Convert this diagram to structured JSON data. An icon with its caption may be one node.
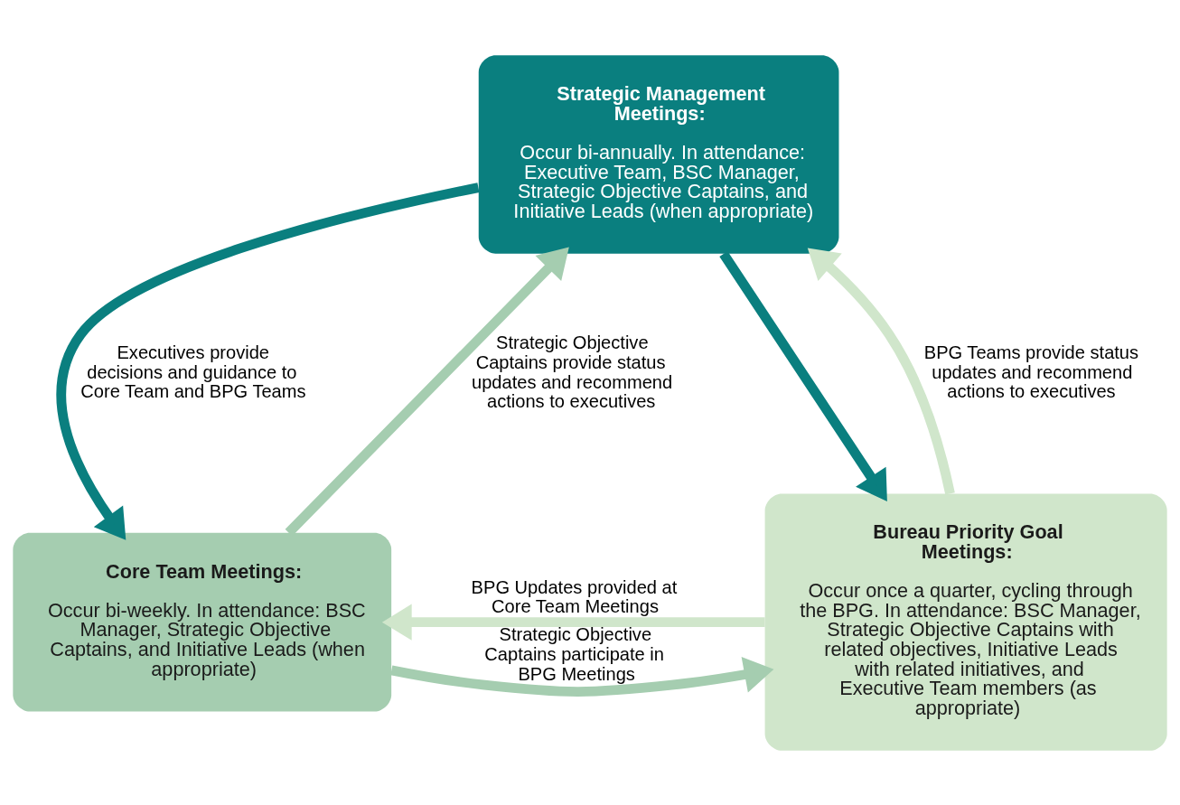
{
  "diagram": {
    "nodes": [
      {
        "text": [
          "Strategic Management Meetings:",
          "Occur bi-annually. In attendance: Executive Team, BSC Manager, Strategic Objective Captains, and Initiative Leads (when appropriate)"
        ]
      },
      {
        "text": [
          "Core Team Meetings:",
          "Occur bi-weekly. In attendance: BSC Manager, Strategic Objective Captains, and Initiative Leads (when appropriate)"
        ]
      },
      {
        "text": [
          "Bureau Priority Goal Meetings:",
          "Occur once a quarter, cycling through the BPG. In attendance: BSC Manager, Strategic Objective Captains with related objectives, Initiative Leads with related initiatives, and Executive Team members (as appropriate)"
        ]
      }
    ],
    "edges": [
      {
        "from": 0,
        "to": 1,
        "arrow": "to",
        "label": "Executives provide decisions and guidance to Core Team and BPG Teams",
        "color": "#0a7f7f"
      },
      {
        "from": 0,
        "to": 2,
        "arrow": "to",
        "color": "#0a7f7f"
      },
      {
        "from": 1,
        "to": 0,
        "arrow": "to",
        "label": "Strategic Objective Captains provide status updates and recommend actions to executives",
        "color": "#a5cdb0"
      },
      {
        "from": 2,
        "to": 0,
        "arrow": "to",
        "label": "BPG Teams provide status updates and recommend actions to executives",
        "color": "#d0e6cb"
      },
      {
        "from": 1,
        "to": 2,
        "arrow": "to",
        "label": "Strategic Objective Captains participate in BPG Meetings",
        "color": "#a5cdb0"
      },
      {
        "from": 2,
        "to": 1,
        "arrow": "to",
        "label": "BPG Updates provided at Core Team Meetings",
        "color": "#d0e6cb"
      }
    ]
  }
}
